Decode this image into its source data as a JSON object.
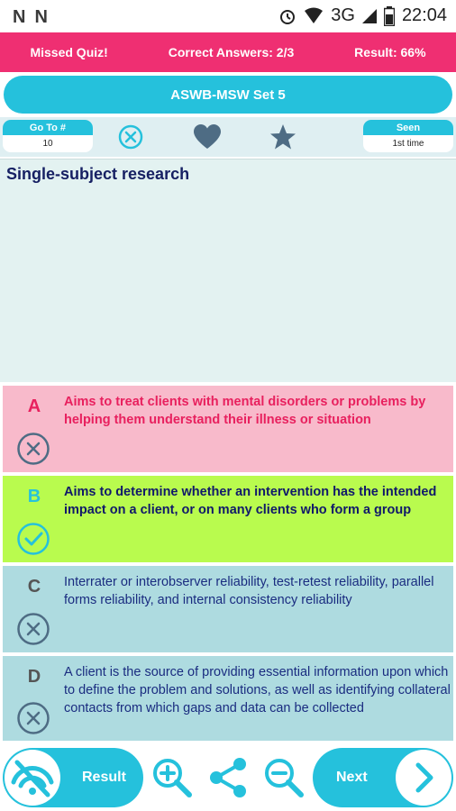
{
  "status_bar": {
    "network": "3G",
    "time": "22:04"
  },
  "top_bar": {
    "missed": "Missed Quiz!",
    "correct": "Correct Answers: 2/3",
    "result": "Result: 66%"
  },
  "title": "ASWB-MSW Set 5",
  "toolbar": {
    "goto_label": "Go To #",
    "goto_value": "10",
    "seen_label": "Seen",
    "seen_value": "1st time"
  },
  "question": "Single-subject research",
  "answers": [
    {
      "letter": "A",
      "text": "Aims to treat clients with mental disorders or problems by helping them understand their illness or situation",
      "status": "wrong"
    },
    {
      "letter": "B",
      "text": "Aims to determine whether an intervention has the intended impact on a client, or on many clients who form a group",
      "status": "correct"
    },
    {
      "letter": "C",
      "text": "Interrater or interobserver reliability, test-retest reliability, parallel forms reliability, and internal consistency reliability",
      "status": "neutral"
    },
    {
      "letter": "D",
      "text": "A client is the source of providing essential information upon which to define the problem and solutions, as well as identifying collateral contacts from which gaps and data can be collected",
      "status": "neutral"
    }
  ],
  "bottom": {
    "result_label": "Result",
    "next_label": "Next"
  },
  "colors": {
    "accent": "#25c1dc",
    "top_bar": "#ef2f72",
    "wrong_bg": "#f8bacb",
    "correct_bg": "#b9fb4e",
    "neutral_bg": "#aedbe0"
  },
  "icons": [
    "close-circle-icon",
    "heart-icon",
    "star-icon",
    "zoom-in-icon",
    "share-icon",
    "zoom-out-icon",
    "chevron-right-icon",
    "result-gauge-icon"
  ]
}
